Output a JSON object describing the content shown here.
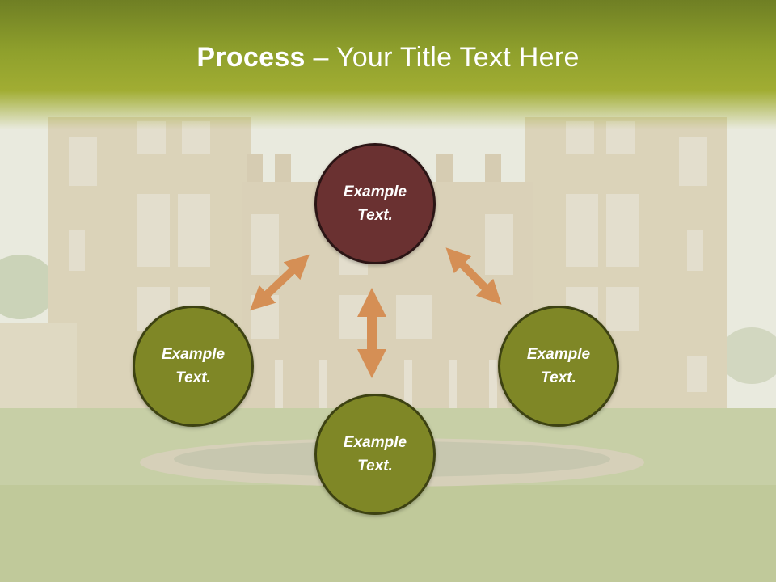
{
  "slide": {
    "title_bold": "Process",
    "title_rest": " – Your Title Text Here"
  },
  "diagram": {
    "center_node": {
      "text": "Example Text."
    },
    "left_node": {
      "text": "Example Text."
    },
    "right_node": {
      "text": "Example Text."
    },
    "bottom_node": {
      "text": "Example Text."
    }
  },
  "colors": {
    "header": "#8fa02c",
    "center_node": "#6a3131",
    "outer_node": "#7f8726",
    "arrow": "#d58f55"
  }
}
